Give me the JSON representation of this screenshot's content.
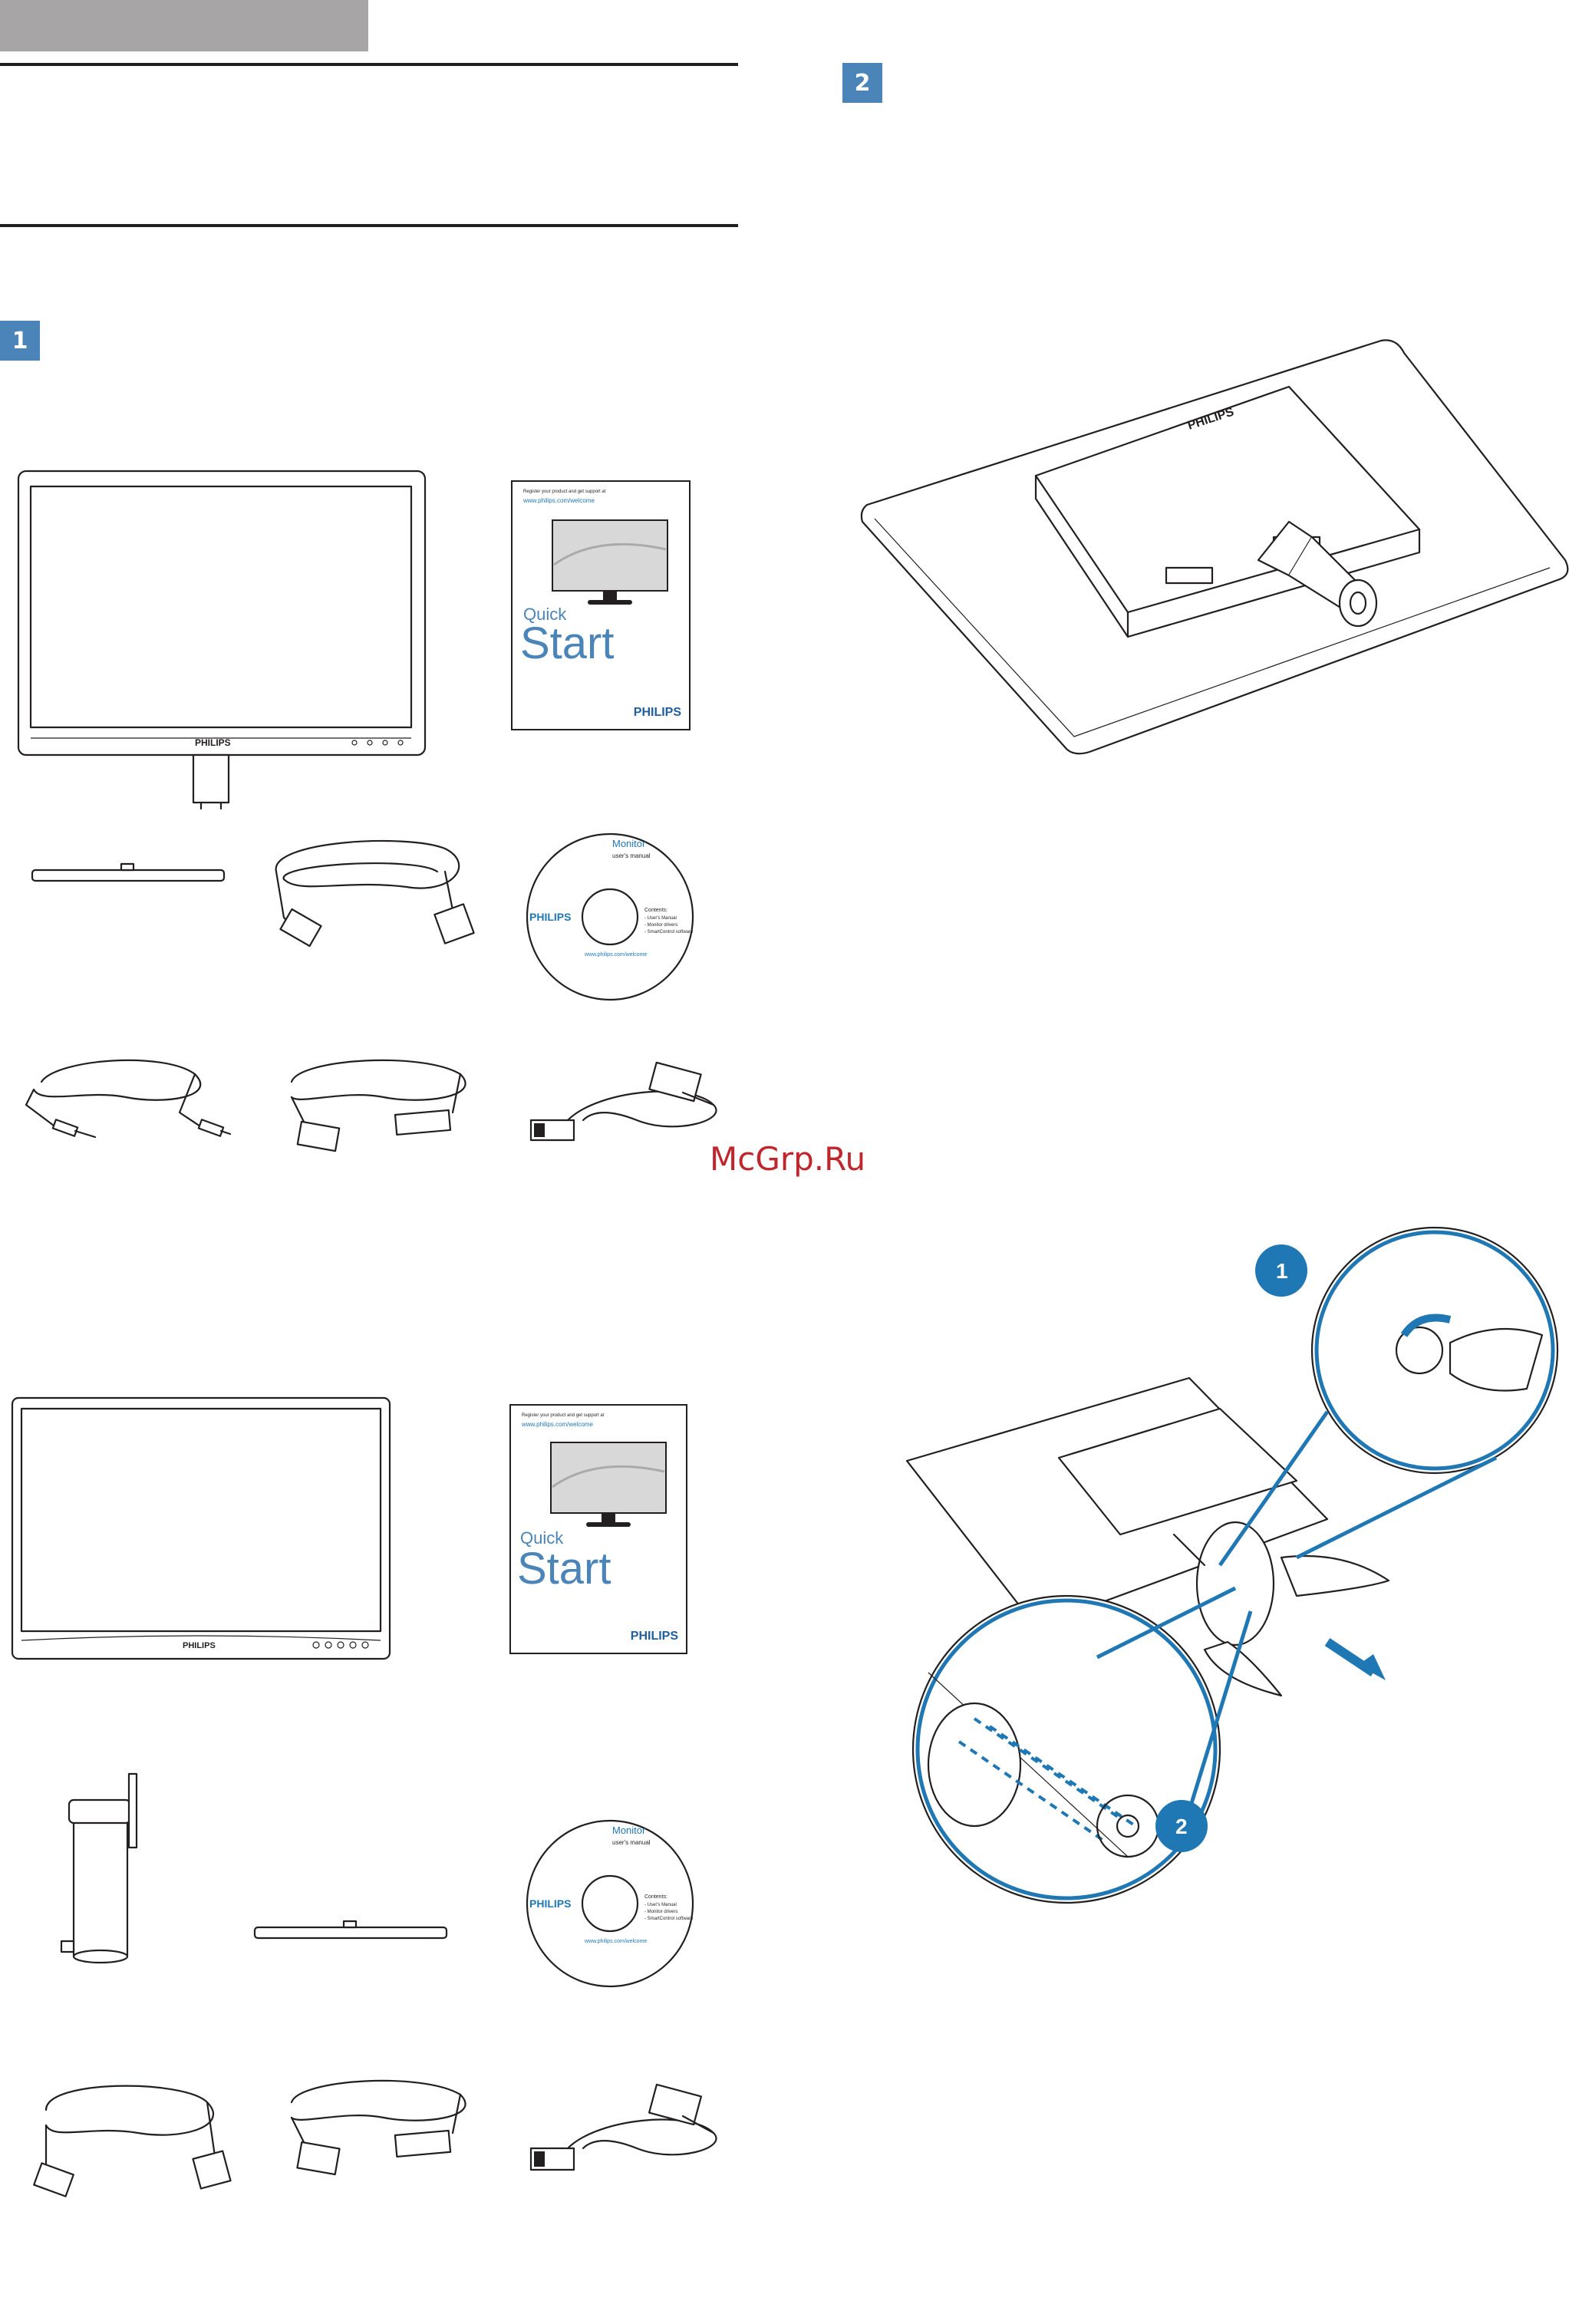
{
  "steps": {
    "step1": "1",
    "step2": "2"
  },
  "watermark": "McGrp.Ru",
  "brand": "PHILIPS",
  "quick_start": {
    "top_line": "Register your product and get support at",
    "url": "www.philips.com/welcome",
    "word_quick": "Quick",
    "word_start": "Start"
  },
  "cd": {
    "title": "Monitor",
    "subtitle": "user's manual",
    "contents_heading": "Contents:",
    "contents_lines": [
      "- User's Manual",
      "- Monitor drivers",
      "- SmartControl software"
    ],
    "url": "www.philips.com/welcome"
  },
  "callouts": {
    "a": "1",
    "b": "2"
  },
  "colors": {
    "accent_blue": "#4a84b8",
    "diagram_blue": "#1f78b4",
    "tab_gray": "#a7a5a6",
    "watermark_red": "#c0272d"
  }
}
